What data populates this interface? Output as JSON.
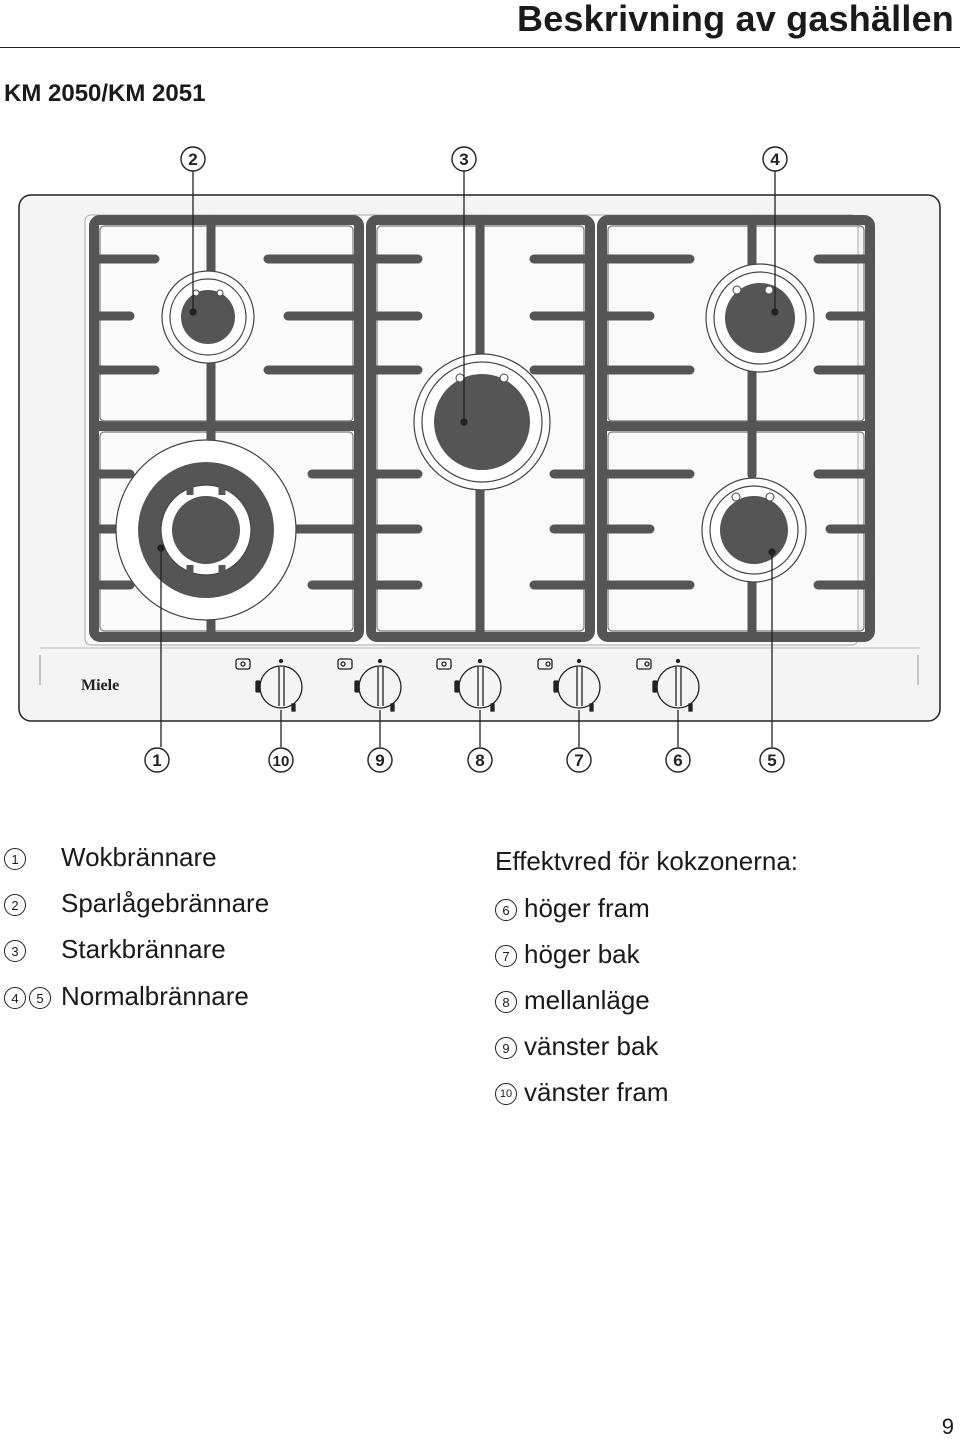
{
  "header": {
    "title": "Beskrivning av gashällen"
  },
  "model": "KM 2050/KM 2051",
  "figure": {
    "brand": "Miele",
    "top_callouts": [
      "2",
      "3",
      "4"
    ],
    "bottom_callouts": [
      "1",
      "10",
      "9",
      "8",
      "7",
      "6",
      "5"
    ]
  },
  "legend_left": [
    {
      "markers": [
        "1"
      ],
      "text": "Wokbrännare"
    },
    {
      "markers": [
        "2"
      ],
      "text": "Sparlågebrännare"
    },
    {
      "markers": [
        "3"
      ],
      "text": "Starkbrännare"
    },
    {
      "markers": [
        "4",
        "5"
      ],
      "text": "Normalbrännare"
    }
  ],
  "legend_right": {
    "heading": "Effektvred för kokzonerna:",
    "items": [
      {
        "marker": "6",
        "text": "höger fram"
      },
      {
        "marker": "7",
        "text": "höger bak"
      },
      {
        "marker": "8",
        "text": "mellanläge"
      },
      {
        "marker": "9",
        "text": "vänster bak"
      },
      {
        "marker": "10",
        "text": "vänster fram"
      }
    ]
  },
  "page_number": "9",
  "colors": {
    "grate": "#5a5a5a",
    "grate_edge": "#3a3a3a",
    "burner": "#505050",
    "panel": "#f4f4f4",
    "line": "#222222"
  }
}
